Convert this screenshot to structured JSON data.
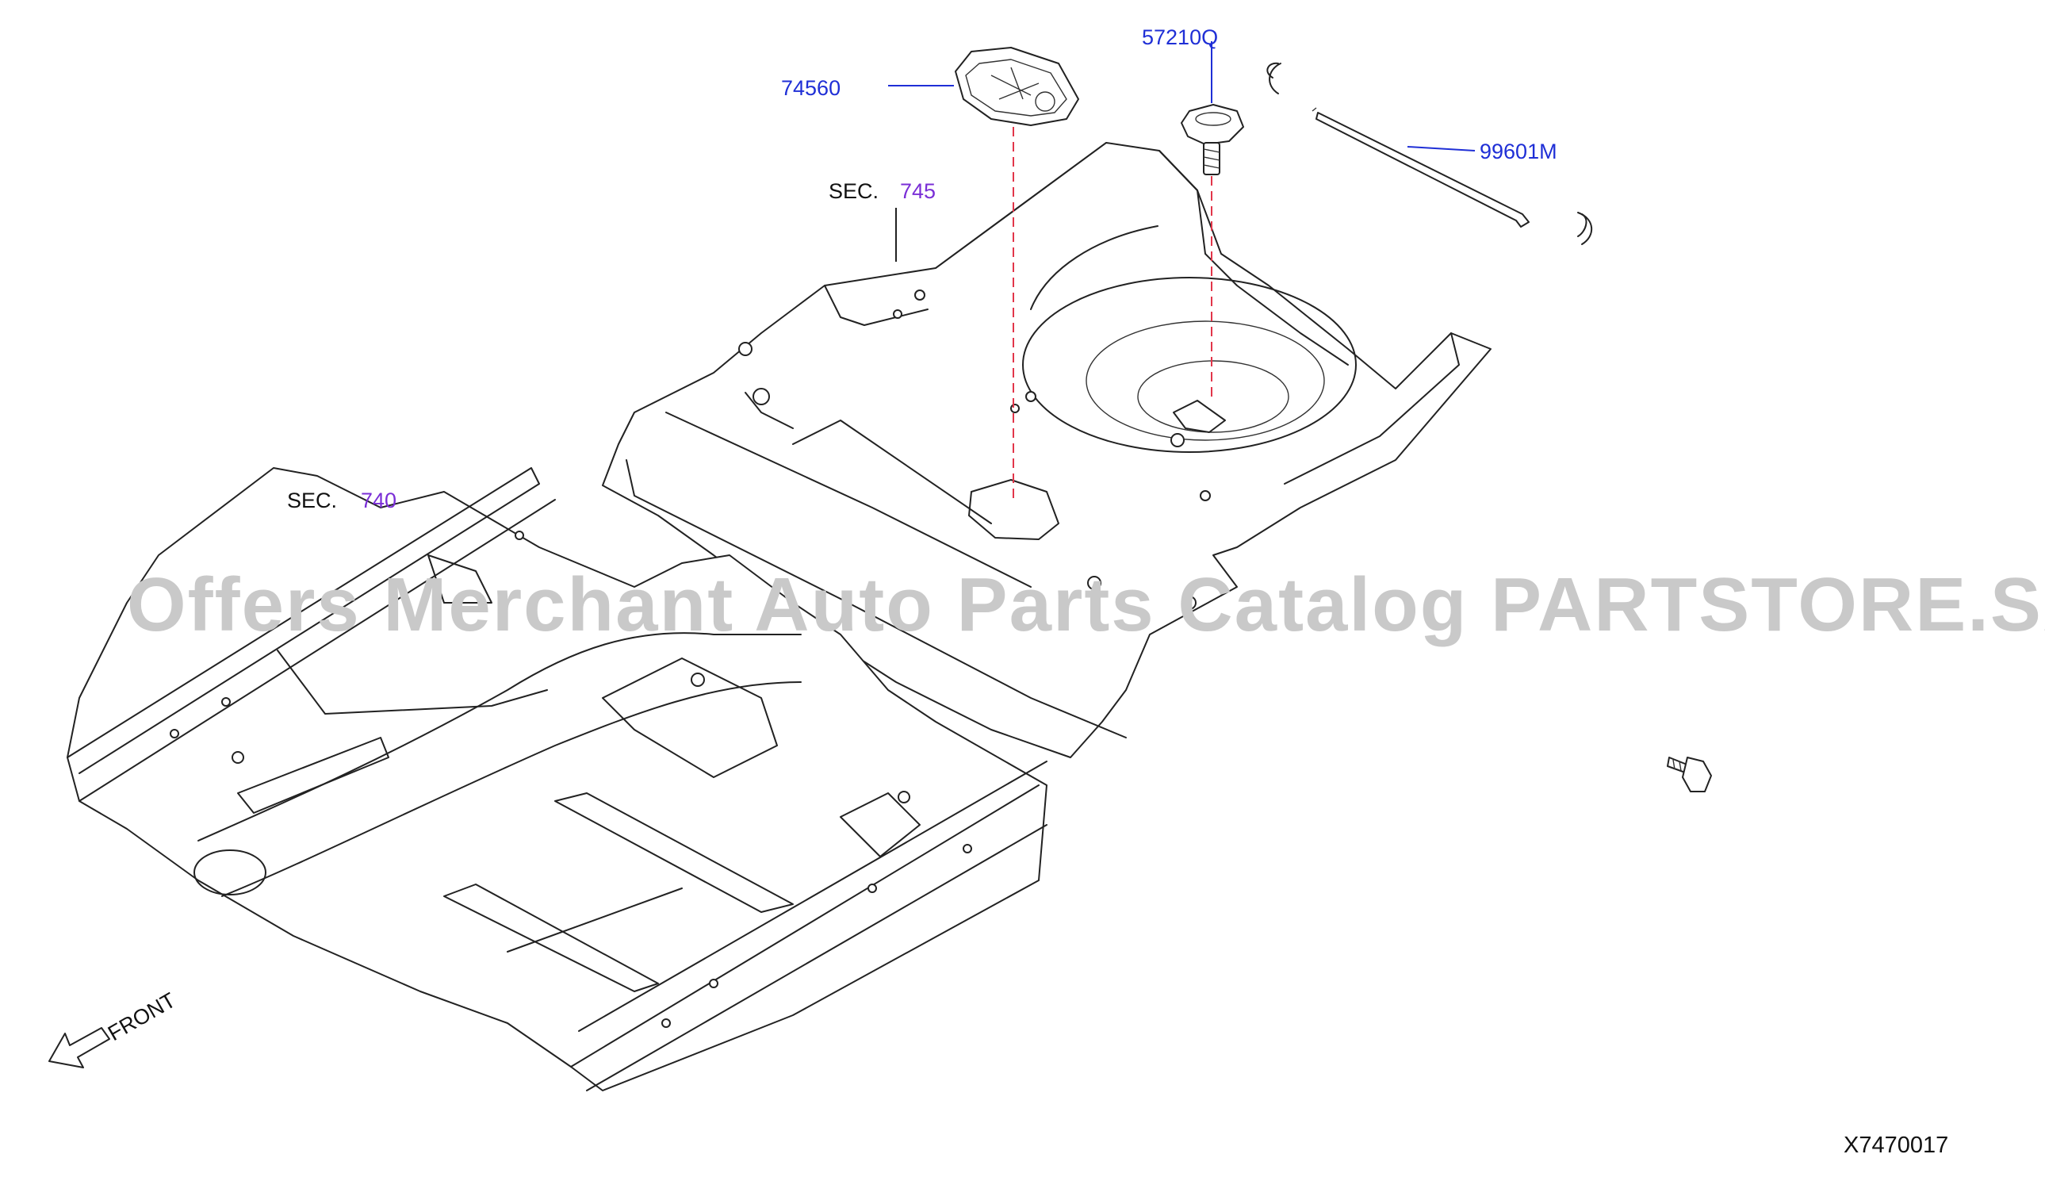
{
  "diagram": {
    "callouts": {
      "p74560": "74560",
      "p57210Q": "57210Q",
      "p99601M": "99601M"
    },
    "sections": {
      "sec745_word": "SEC.",
      "sec745_num": "745",
      "sec740_word": "SEC.",
      "sec740_num": "740"
    },
    "front_label": "FRONT",
    "drawing_code": "X7470017",
    "watermark": "Offers Merchant Auto Parts Catalog PARTSTORE.SA"
  },
  "colors": {
    "part_number": "#1f2fd6",
    "section_number": "#7a2ed6",
    "dashed_guide": "#e2364a",
    "watermark": "#c9c9c9"
  }
}
